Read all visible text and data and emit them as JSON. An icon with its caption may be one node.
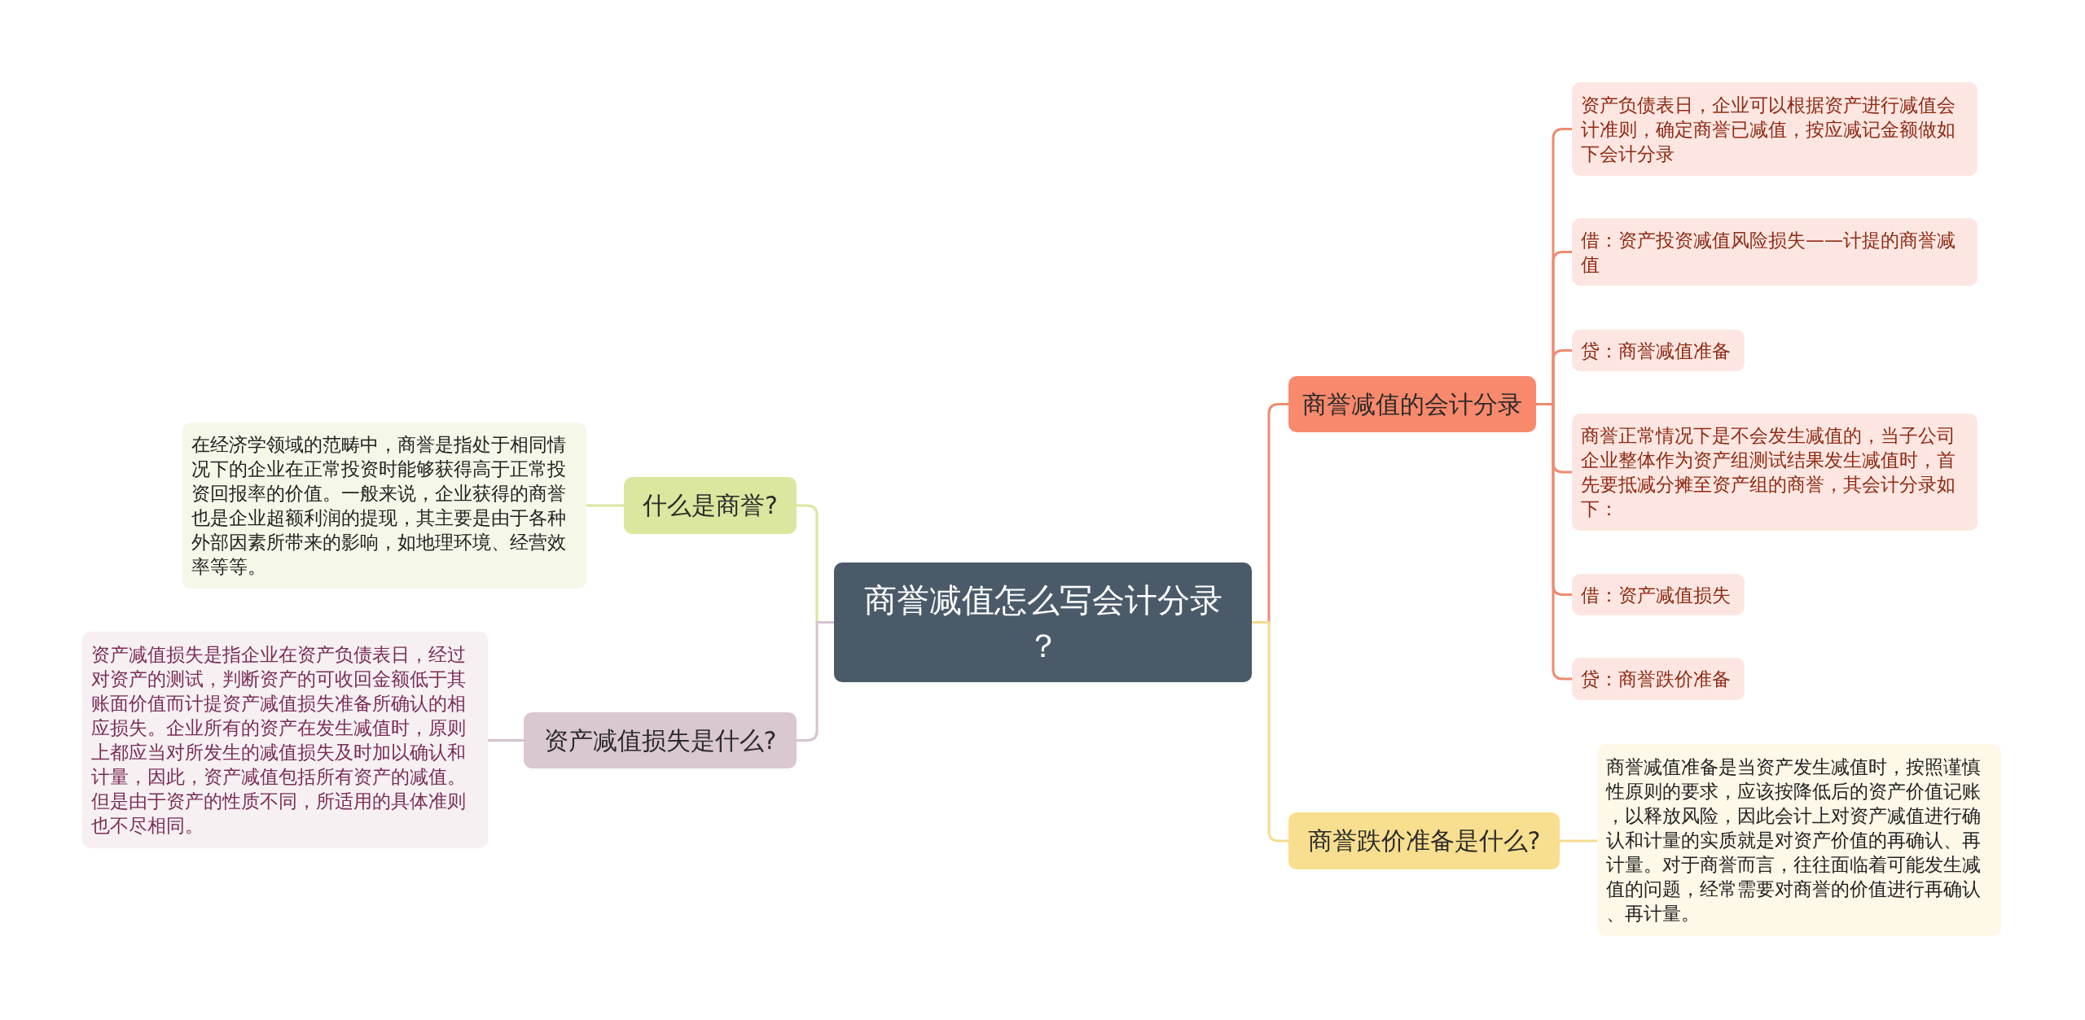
{
  "diagram": {
    "nodes": [
      {
        "text": [
          "商誉减值怎么写会计分录？"
        ]
      },
      {
        "text": [
          "商誉减值的会计分录"
        ]
      },
      {
        "text": [
          "资产负债表日，企业可以根据资产进行减值会计准则，确定商誉已减值，按应减记金额做如下会计分录"
        ]
      },
      {
        "text": [
          "借：资产投资减值风险损失——计提的商誉减值"
        ]
      },
      {
        "text": [
          "贷：商誉减值准备"
        ]
      },
      {
        "text": [
          "商誉正常情况下是不会发生减值的，当子公司企业整体作为资产组测试结果发生减值时，首先要抵减分摊至资产组的商誉，其会计分录如下："
        ]
      },
      {
        "text": [
          "借：资产减值损失"
        ]
      },
      {
        "text": [
          "贷：商誉跌价准备"
        ]
      },
      {
        "text": [
          "商誉跌价准备是什么?"
        ]
      },
      {
        "text": [
          "商誉减值准备是当资产发生减值时，按照谨慎性原则的要求，应该按降低后的资产价值记账，以释放风险，因此会计上对资产减值进行确认和计量的实质就是对资产价值的再确认、再计量。对于商誉而言，往往面临着可能发生减值的问题，经常需要对商誉的价值进行再确认、再计量。"
        ]
      },
      {
        "text": [
          "什么是商誉?"
        ]
      },
      {
        "text": [
          "在经济学领域的范畴中，商誉是指处于相同情况下的企业在正常投资时能够获得高于正常投资回报率的价值。一般来说，企业获得的商誉也是企业超额利润的提现，其主要是由于各种外部因素所带来的影响，如地理环境、经营效率等等。"
        ]
      },
      {
        "text": [
          "资产减值损失是什么?"
        ]
      },
      {
        "text": [
          "资产减值损失是指企业在资产负债表日，经过对资产的测试，判断资产的可收回金额低于其账面价值而计提资产减值损失准备所确认的相应损失。企业所有的资产在发生减值时，原则上都应当对所发生的减值损失及时加以确认和计量，因此，资产减值包括所有资产的减值。但是由于资产的性质不同，所适用的具体准则也不尽相同。"
        ]
      }
    ],
    "edges": [
      {
        "from": 0,
        "to": 1,
        "arrow": "none"
      },
      {
        "from": 1,
        "to": 2,
        "arrow": "none"
      },
      {
        "from": 1,
        "to": 3,
        "arrow": "none"
      },
      {
        "from": 1,
        "to": 4,
        "arrow": "none"
      },
      {
        "from": 1,
        "to": 5,
        "arrow": "none"
      },
      {
        "from": 1,
        "to": 6,
        "arrow": "none"
      },
      {
        "from": 1,
        "to": 7,
        "arrow": "none"
      },
      {
        "from": 0,
        "to": 8,
        "arrow": "none",
        "color": "#f3dc90"
      },
      {
        "from": 8,
        "to": 9,
        "arrow": "none",
        "color": "#f3dc90"
      },
      {
        "from": 0,
        "to": 10,
        "arrow": "none",
        "color": "#d8e6a0"
      },
      {
        "from": 10,
        "to": 11,
        "arrow": "none",
        "color": "#d8e6a0"
      },
      {
        "from": 0,
        "to": 12,
        "arrow": "none",
        "color": "#d5c3cd"
      },
      {
        "from": 12,
        "to": 13,
        "arrow": "none",
        "color": "#d5c3cd"
      }
    ]
  }
}
